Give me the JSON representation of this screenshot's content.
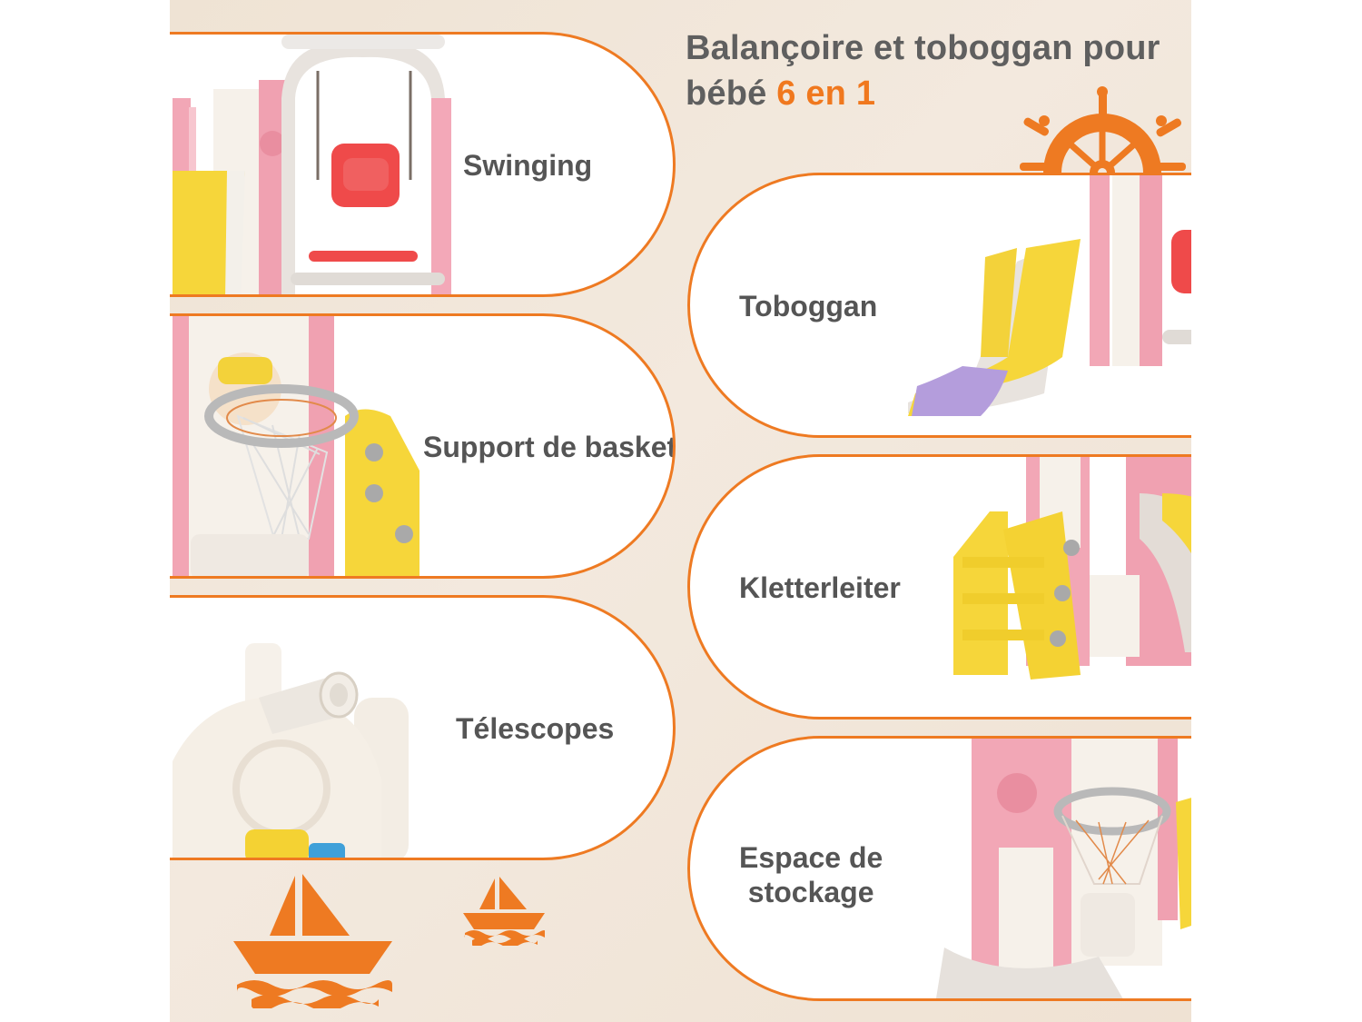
{
  "title": {
    "line1": "Balançoire et toboggan pour",
    "line2_prefix": "bébé ",
    "line2_accent": "6 en 1"
  },
  "features": {
    "swinging": "Swinging",
    "toboggan": "Toboggan",
    "basket": "Support de basket",
    "kletterleiter": "Kletterleiter",
    "telescopes": "Télescopes",
    "storage_line1": "Espace de",
    "storage_line2": "stockage"
  },
  "icons": {
    "ship_wheel": "ship-wheel-icon",
    "sailboat_large": "sailboat-icon",
    "sailboat_small": "sailboat-icon"
  },
  "colors": {
    "accent": "#f0781e",
    "text": "#5f5f5f",
    "background": "#f1e6da"
  }
}
